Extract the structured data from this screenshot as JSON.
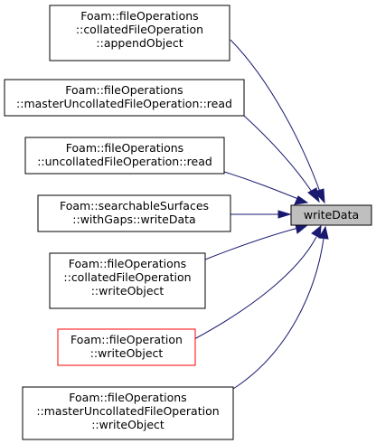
{
  "graph": {
    "target": {
      "label": "writeData"
    },
    "callers": [
      {
        "lines": [
          "Foam::fileOperations",
          "::collatedFileOperation",
          "::appendObject"
        ]
      },
      {
        "lines": [
          "Foam::fileOperations",
          "::masterUncollatedFileOperation::read"
        ]
      },
      {
        "lines": [
          "Foam::fileOperations",
          "::uncollatedFileOperation::read"
        ]
      },
      {
        "lines": [
          "Foam::searchableSurfaces",
          "::withGaps::writeData"
        ]
      },
      {
        "lines": [
          "Foam::fileOperations",
          "::collatedFileOperation",
          "::writeObject"
        ]
      },
      {
        "lines": [
          "Foam::fileOperation",
          "::writeObject"
        ]
      },
      {
        "lines": [
          "Foam::fileOperations",
          "::masterUncollatedFileOperation",
          "::writeObject"
        ]
      }
    ],
    "colors": {
      "edge": "#191970",
      "target_fill": "#bfbfbf",
      "highlight_border": "#ff0000"
    }
  }
}
